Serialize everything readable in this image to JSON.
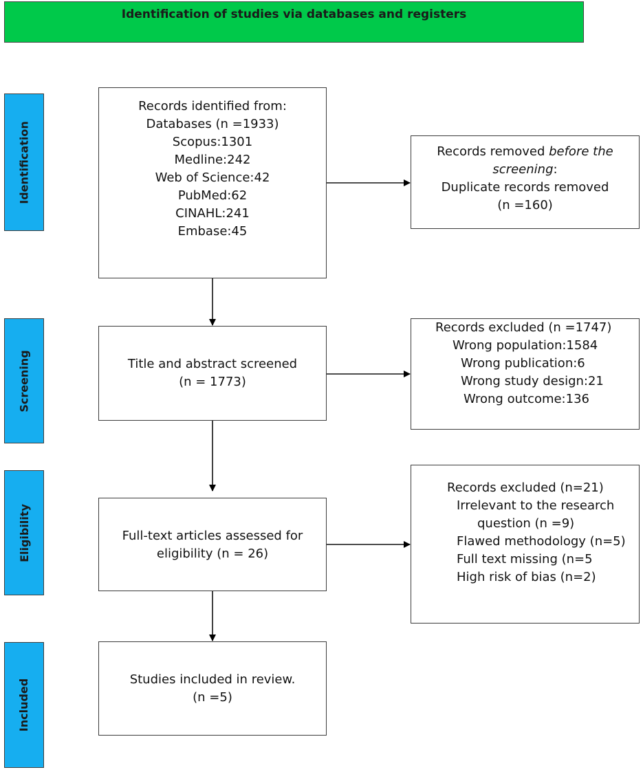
{
  "header": {
    "title": "Identification of studies via databases and registers"
  },
  "stages": [
    {
      "label": "Identification"
    },
    {
      "label": "Screening"
    },
    {
      "label": "Eligibility"
    },
    {
      "label": "Included"
    }
  ],
  "identification_box": {
    "lines": [
      "Records identified from:",
      "Databases (n =1933)",
      "Scopus:1301",
      "Medline:242",
      "Web of Science:42",
      "PubMed:62",
      "CINAHL:241",
      "Embase:45"
    ]
  },
  "removed_box": {
    "line1_plain": "Records removed ",
    "line1_italic": "before the",
    "line2_italic": "screening",
    "line2_plain": ":",
    "line3": "Duplicate records removed",
    "line4": "(n =160)"
  },
  "screening_box": {
    "lines": [
      "Title and abstract screened",
      "(n = 1773)"
    ]
  },
  "screening_excluded_box": {
    "lines": [
      "Records excluded (n =1747)",
      "Wrong population:1584",
      "Wrong publication:6",
      "Wrong study design:21",
      "Wrong outcome:136"
    ]
  },
  "eligibility_box": {
    "lines": [
      "Full-text articles assessed for",
      "eligibility (n = 26)"
    ]
  },
  "eligibility_excluded_box": {
    "lines": [
      "Records excluded (n=21)",
      "Irrelevant to the research",
      "question (n =9)",
      "Flawed methodology (n=5)",
      "Full text missing (n=5",
      "High risk of bias (n=2)"
    ]
  },
  "included_box": {
    "lines": [
      "Studies included in review.",
      "(n =5)"
    ]
  },
  "colors": {
    "header_green": "#00c94a",
    "stage_blue": "#16aef0",
    "border": "#3a3a3a"
  }
}
